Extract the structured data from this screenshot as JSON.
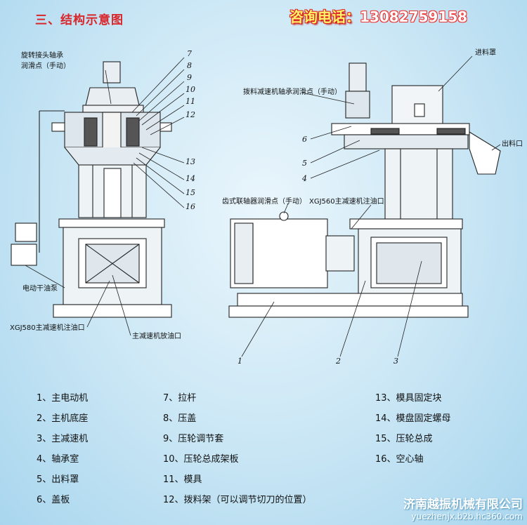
{
  "header": {
    "section_title": "三、结构示意图",
    "contact_label": "咨询电话：",
    "contact_number": "13082759158"
  },
  "left_view_callouts": {
    "rotary_joint_line1": "旋转接头轴承",
    "rotary_joint_line2": "润滑点（手动）",
    "electric_pump": "电动干油泵",
    "gearbox_fill": "XGJ580主减速机注油口",
    "gearbox_drain": "主减速机放油口",
    "part_numbers": [
      "7",
      "8",
      "9",
      "10",
      "11",
      "12",
      "13",
      "14",
      "15",
      "16"
    ]
  },
  "right_view_callouts": {
    "feed_cover": "进料罩",
    "feeder_reducer": "拨料减速机轴承润滑点（手动）",
    "gear_coupling": "齿式联轴器润滑点（手动）",
    "gearbox_fill": "XGJ560主减速机注油口",
    "discharge": "出料口",
    "part_numbers": [
      "6",
      "5",
      "4",
      "1",
      "2",
      "3"
    ]
  },
  "legend": {
    "col1": [
      "1、主电动机",
      "2、主机底座",
      "3、主减速机",
      "4、轴承室",
      "5、出料罩",
      "6、盖板"
    ],
    "col2": [
      "7、拉杆",
      "8、压盖",
      "9、压轮调节套",
      "10、压轮总成架板",
      "11、模具",
      "12、拨料架（可以调节切刀的位置）"
    ],
    "col3": [
      "13、模具固定块",
      "14、模盘固定螺母",
      "15、压轮总成",
      "16、空心轴"
    ]
  },
  "footer": {
    "company": "济南越振机械有限公司",
    "url": "yuezhenjx.b2b.hc360.com"
  }
}
